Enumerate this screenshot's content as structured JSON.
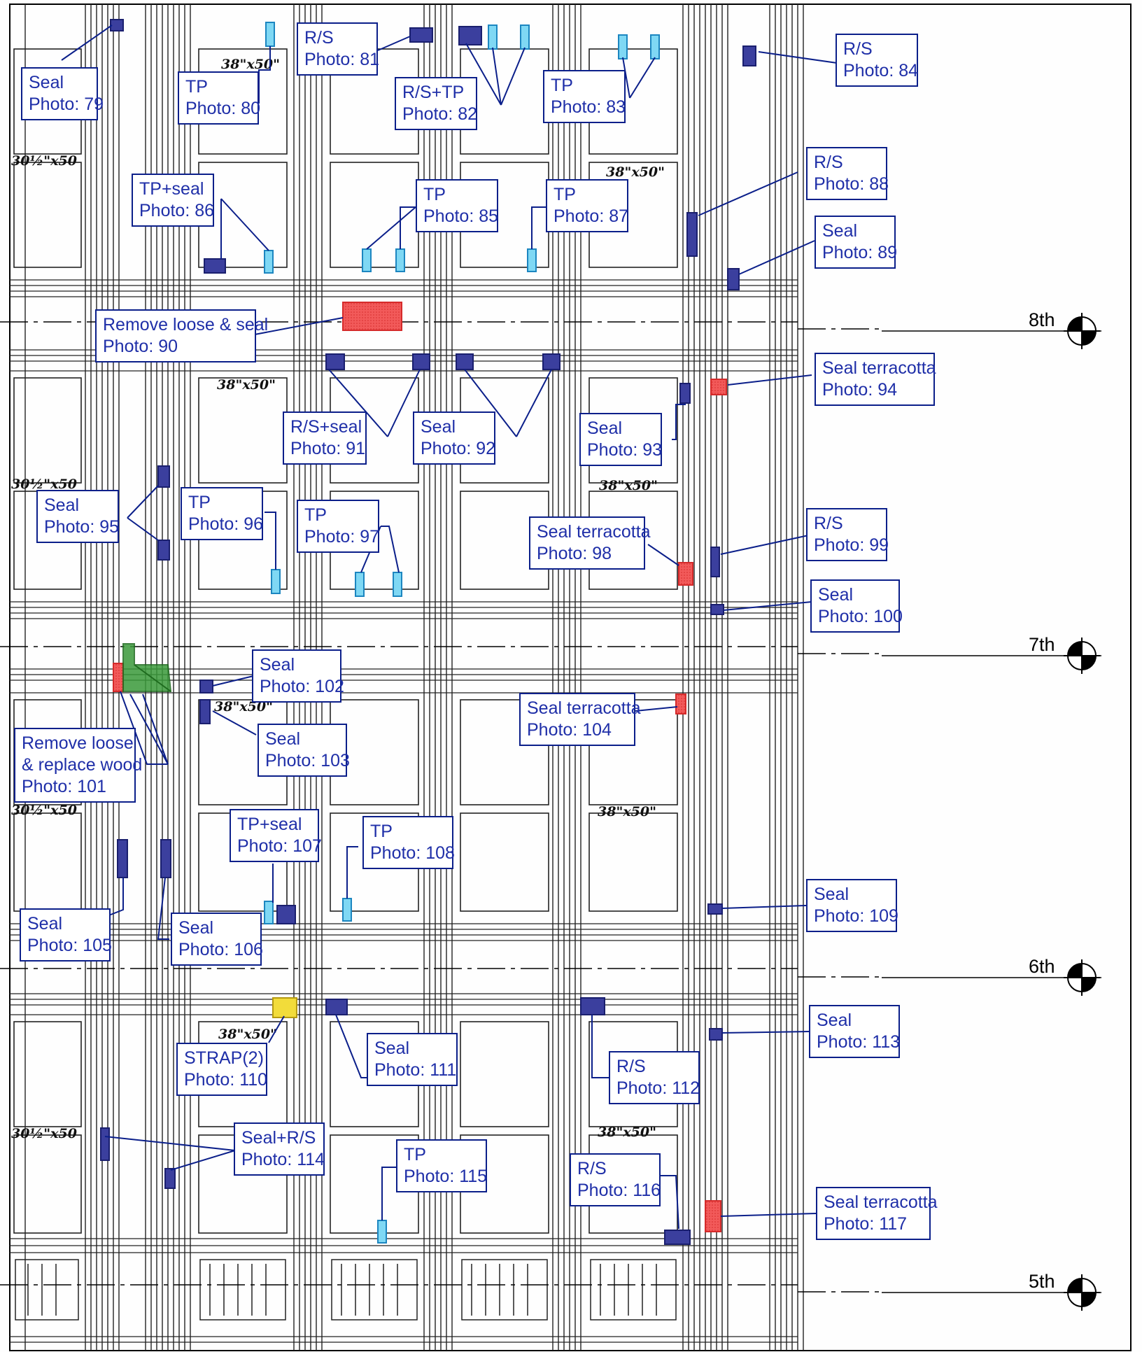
{
  "callouts": [
    {
      "id": "c79",
      "kind": "Seal",
      "photo": "Photo: 79"
    },
    {
      "id": "c80",
      "kind": "TP",
      "photo": "Photo: 80"
    },
    {
      "id": "c81",
      "kind": "R/S",
      "photo": "Photo: 81"
    },
    {
      "id": "c82",
      "kind": "R/S+TP",
      "photo": "Photo: 82"
    },
    {
      "id": "c83",
      "kind": "TP",
      "photo": "Photo: 83"
    },
    {
      "id": "c84",
      "kind": "R/S",
      "photo": "Photo: 84"
    },
    {
      "id": "c86",
      "kind": "TP+seal",
      "photo": "Photo: 86"
    },
    {
      "id": "c85",
      "kind": "TP",
      "photo": "Photo: 85"
    },
    {
      "id": "c87",
      "kind": "TP",
      "photo": "Photo: 87"
    },
    {
      "id": "c88",
      "kind": "R/S",
      "photo": "Photo: 88"
    },
    {
      "id": "c89",
      "kind": "Seal",
      "photo": "Photo: 89"
    },
    {
      "id": "c90",
      "kind": "Remove loose & seal",
      "photo": "Photo: 90"
    },
    {
      "id": "c94",
      "kind": "Seal terracotta",
      "photo": "Photo: 94"
    },
    {
      "id": "c91",
      "kind": "R/S+seal",
      "photo": "Photo: 91"
    },
    {
      "id": "c92",
      "kind": "Seal",
      "photo": "Photo: 92"
    },
    {
      "id": "c93",
      "kind": "Seal",
      "photo": "Photo: 93"
    },
    {
      "id": "c95",
      "kind": "Seal",
      "photo": "Photo: 95"
    },
    {
      "id": "c96",
      "kind": "TP",
      "photo": "Photo: 96"
    },
    {
      "id": "c97",
      "kind": "TP",
      "photo": "Photo: 97"
    },
    {
      "id": "c98",
      "kind": "Seal terracotta",
      "photo": "Photo: 98"
    },
    {
      "id": "c99",
      "kind": "R/S",
      "photo": "Photo: 99"
    },
    {
      "id": "c100",
      "kind": "Seal",
      "photo": "Photo: 100"
    },
    {
      "id": "c102",
      "kind": "Seal",
      "photo": "Photo: 102"
    },
    {
      "id": "c104",
      "kind": "Seal terracotta",
      "photo": "Photo: 104"
    },
    {
      "id": "c103",
      "kind": "Seal",
      "photo": "Photo: 103"
    },
    {
      "id": "c101",
      "kind": "Remove loose",
      "kind2": "& replace wood",
      "photo": "Photo: 101"
    },
    {
      "id": "c107",
      "kind": "TP+seal",
      "photo": "Photo: 107"
    },
    {
      "id": "c108",
      "kind": "TP",
      "photo": "Photo: 108"
    },
    {
      "id": "c109",
      "kind": "Seal",
      "photo": "Photo: 109"
    },
    {
      "id": "c105",
      "kind": "Seal",
      "photo": "Photo: 105"
    },
    {
      "id": "c106",
      "kind": "Seal",
      "photo": "Photo: 106"
    },
    {
      "id": "c113",
      "kind": "Seal",
      "photo": "Photo: 113"
    },
    {
      "id": "c110",
      "kind": "STRAP(2)",
      "photo": "Photo: 110"
    },
    {
      "id": "c111",
      "kind": "Seal",
      "photo": "Photo: 111"
    },
    {
      "id": "c112",
      "kind": "R/S",
      "photo": "Photo: 112"
    },
    {
      "id": "c114",
      "kind": "Seal+R/S",
      "photo": "Photo: 114"
    },
    {
      "id": "c115",
      "kind": "TP",
      "photo": "Photo: 115"
    },
    {
      "id": "c116",
      "kind": "R/S",
      "photo": "Photo: 116"
    },
    {
      "id": "c117",
      "kind": "Seal terracotta",
      "photo": "Photo: 117"
    }
  ],
  "levels": [
    {
      "id": "l8",
      "label": "8th"
    },
    {
      "id": "l7",
      "label": "7th"
    },
    {
      "id": "l6",
      "label": "6th"
    },
    {
      "id": "l5",
      "label": "5th"
    }
  ],
  "window_notes": [
    "38\"x50\"",
    "30½\"x50"
  ],
  "colors": {
    "callout_border": "#0b1f8a",
    "callout_text": "#1f2fa8",
    "seal_marker": "#3b3f9e",
    "tp_marker": "#55c8ee",
    "terracotta_marker": "#f04a4a",
    "wood_marker": "#3a9a3a",
    "strap_marker": "#f2dc3a"
  }
}
